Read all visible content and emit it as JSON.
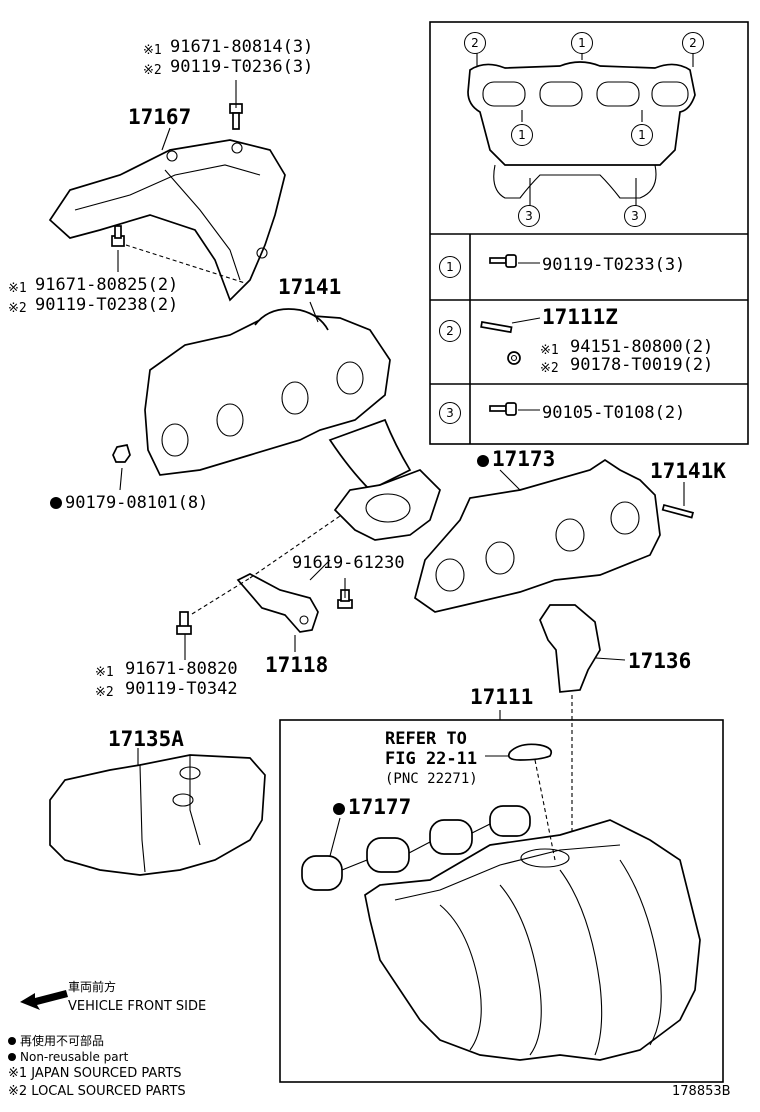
{
  "labels": {
    "p17167": "17167",
    "p17167_top_1": "91671-80814(3)",
    "p17167_top_2": "90119-T0236(3)",
    "p17167_bot_1": "91671-80825(2)",
    "p17167_bot_2": "90119-T0238(2)",
    "p17141": "17141",
    "p90179": "90179-08101(8)",
    "p91619": "91619-61230",
    "p17118": "17118",
    "p17118_1": "91671-80820",
    "p17118_2": "90119-T0342",
    "p17173": "17173",
    "p17141K": "17141K",
    "p17136": "17136",
    "p17111": "17111",
    "refer_1": "REFER TO",
    "refer_2": "FIG 22-11",
    "refer_3": "(PNC 22271)",
    "p17177": "17177",
    "p17135A": "17135A",
    "mark1": "※1",
    "mark2": "※2"
  },
  "detail_box": {
    "circle1": "1",
    "circle2": "2",
    "circle3": "3",
    "row1_part": "90119-T0233(3)",
    "row2_part": "17111Z",
    "row2_sub1": "94151-80800(2)",
    "row2_sub2": "90178-T0019(2)",
    "row3_part": "90105-T0108(2)"
  },
  "legend": {
    "front_jp": "車両前方",
    "front_en": "VEHICLE FRONT SIDE",
    "nonreuse_jp": "再使用不可部品",
    "nonreuse_en": "Non-reusable part",
    "japan": "※1 JAPAN SOURCED PARTS",
    "local": "※2 LOCAL SOURCED PARTS"
  },
  "figure_id": "178853B"
}
